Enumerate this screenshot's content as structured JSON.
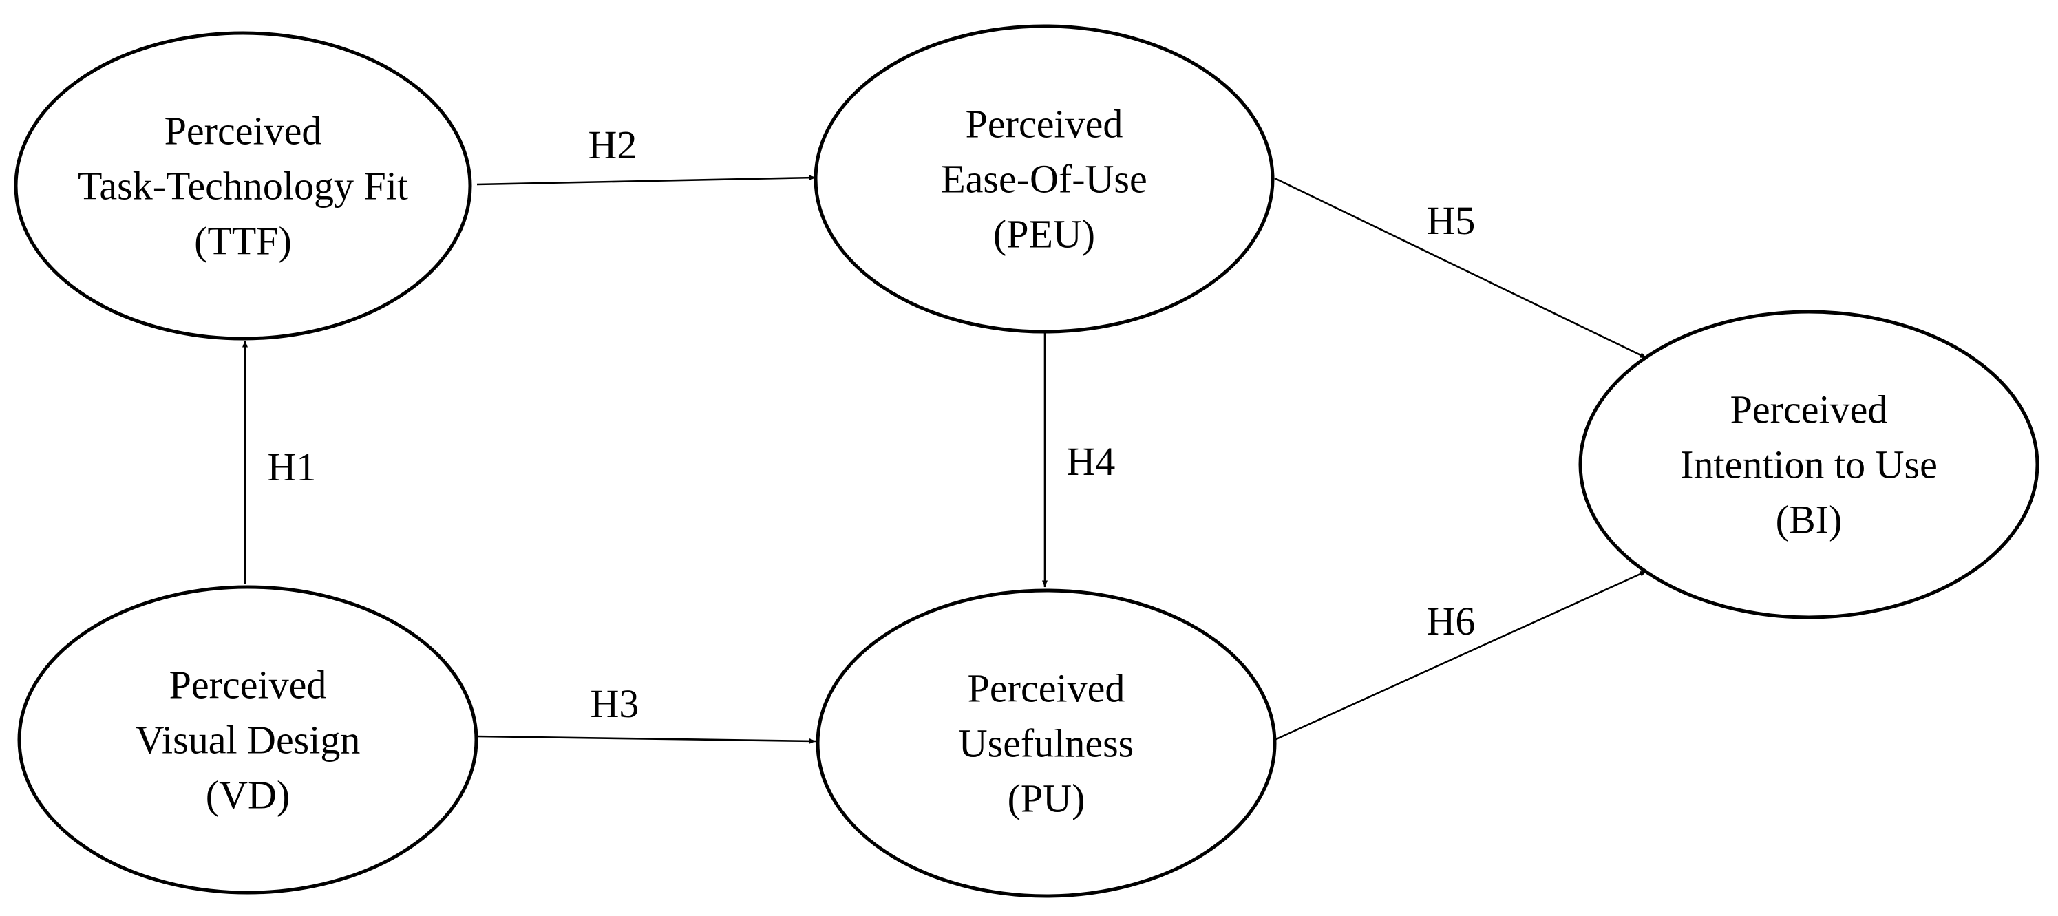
{
  "diagram": {
    "nodes": [
      {
        "id": "ttf",
        "lines": [
          "Perceived",
          "Task-Technology Fit",
          "(TTF)"
        ]
      },
      {
        "id": "peu",
        "lines": [
          "Perceived",
          "Ease-Of-Use",
          "(PEU)"
        ]
      },
      {
        "id": "vd",
        "lines": [
          "Perceived",
          "Visual Design",
          "(VD)"
        ]
      },
      {
        "id": "pu",
        "lines": [
          "Perceived",
          "Usefulness",
          "(PU)"
        ]
      },
      {
        "id": "bi",
        "lines": [
          "Perceived",
          "Intention to Use",
          "(BI)"
        ]
      }
    ],
    "edges": [
      {
        "id": "h1",
        "from": "vd",
        "to": "ttf",
        "label": "H1"
      },
      {
        "id": "h2",
        "from": "ttf",
        "to": "peu",
        "label": "H2"
      },
      {
        "id": "h3",
        "from": "vd",
        "to": "pu",
        "label": "H3"
      },
      {
        "id": "h4",
        "from": "peu",
        "to": "pu",
        "label": "H4"
      },
      {
        "id": "h5",
        "from": "peu",
        "to": "bi",
        "label": "H5"
      },
      {
        "id": "h6",
        "from": "pu",
        "to": "bi",
        "label": "H6"
      }
    ]
  }
}
